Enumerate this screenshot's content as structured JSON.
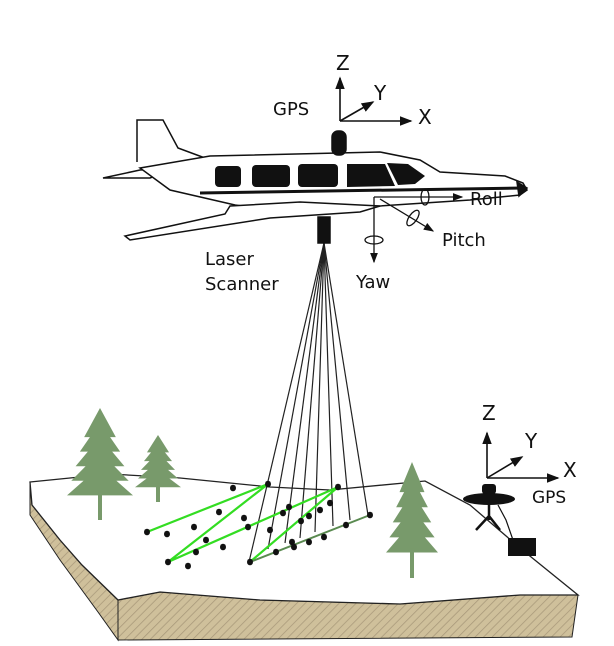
{
  "aircraft": {
    "gps_label": "GPS",
    "axes": {
      "z": "Z",
      "y": "Y",
      "x": "X"
    },
    "roll_label": "Roll",
    "pitch_label": "Pitch",
    "yaw_label": "Yaw",
    "scanner_label_line1": "Laser",
    "scanner_label_line2": "Scanner"
  },
  "ground_station": {
    "gps_label": "GPS",
    "axes": {
      "z": "Z",
      "y": "Y",
      "x": "X"
    }
  },
  "colors": {
    "scan_line": "#33dd22",
    "tree": "#789a6b",
    "soil": "#cfc09b",
    "ink": "#111111"
  }
}
